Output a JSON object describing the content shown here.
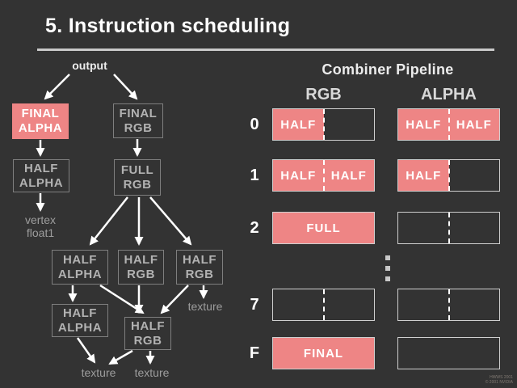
{
  "slide": {
    "title": "5. Instruction scheduling",
    "footer_line1": "HWWS 2001",
    "footer_line2": "© 2001 NVIDIA"
  },
  "colors": {
    "background": "#333333",
    "accent_pink": "#ee8585",
    "box_border_light": "#cfcfcf",
    "graph_border": "#7f7f7f",
    "graph_text": "#b2b2b2"
  },
  "graph": {
    "output_label": "output",
    "nodes": [
      {
        "id": "final-alpha",
        "label": "FINAL\nALPHA",
        "style": "pink"
      },
      {
        "id": "final-rgb",
        "label": "FINAL\nRGB",
        "style": "plain"
      },
      {
        "id": "half-alpha-top",
        "label": "HALF\nALPHA",
        "style": "plain"
      },
      {
        "id": "full-rgb",
        "label": "FULL\nRGB",
        "style": "plain"
      },
      {
        "id": "half-alpha-mid",
        "label": "HALF\nALPHA",
        "style": "plain"
      },
      {
        "id": "half-rgb-mid",
        "label": "HALF\nRGB",
        "style": "plain"
      },
      {
        "id": "half-rgb-right",
        "label": "HALF\nRGB",
        "style": "plain"
      },
      {
        "id": "half-alpha-low",
        "label": "HALF\nALPHA",
        "style": "plain"
      },
      {
        "id": "half-rgb-bottom",
        "label": "HALF\nRGB",
        "style": "plain"
      }
    ],
    "vertex_label": "vertex\nfloat1",
    "texture_labels": [
      "texture",
      "texture",
      "texture"
    ]
  },
  "pipeline": {
    "title": "Combiner Pipeline",
    "columns": [
      "RGB",
      "ALPHA"
    ],
    "rows": [
      {
        "label": "0",
        "rgb": {
          "segments": [
            "HALF",
            ""
          ],
          "divider": true
        },
        "alpha": {
          "segments": [
            "HALF",
            "HALF"
          ],
          "divider": true
        }
      },
      {
        "label": "1",
        "rgb": {
          "segments": [
            "HALF",
            "HALF"
          ],
          "divider": true
        },
        "alpha": {
          "segments": [
            "HALF",
            ""
          ],
          "divider": true
        }
      },
      {
        "label": "2",
        "rgb": {
          "segments": [
            "FULL"
          ],
          "divider": false
        },
        "alpha": {
          "segments": [
            "",
            ""
          ],
          "divider": true
        }
      },
      {
        "label": "7",
        "rgb": {
          "segments": [
            "",
            ""
          ],
          "divider": true
        },
        "alpha": {
          "segments": [
            "",
            ""
          ],
          "divider": true
        }
      },
      {
        "label": "F",
        "rgb": {
          "segments": [
            "FINAL"
          ],
          "divider": false
        },
        "alpha": {
          "segments": [
            ""
          ],
          "divider": false
        }
      }
    ]
  }
}
